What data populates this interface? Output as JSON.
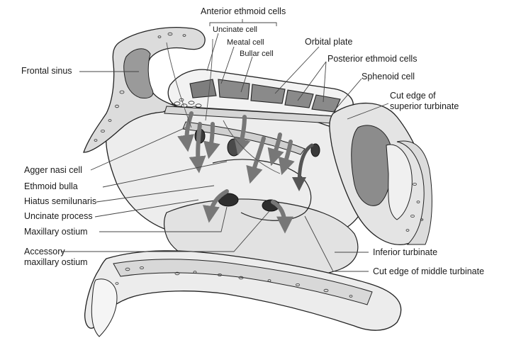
{
  "labels": {
    "anterior_ethmoid_cells": "Anterior ethmoid cells",
    "uncinate_cell": "Uncinate cell",
    "meatal_cell": "Meatal cell",
    "bullar_cell": "Bullar cell",
    "orbital_plate": "Orbital plate",
    "posterior_ethmoid_cells": "Posterior ethmoid cells",
    "sphenoid_cell": "Sphenoid cell",
    "cut_edge_superior_line1": "Cut edge of",
    "cut_edge_superior_line2": "superior turbinate",
    "frontal_sinus": "Frontal sinus",
    "agger_nasi_cell": "Agger nasi cell",
    "ethmoid_bulla": "Ethmoid bulla",
    "hiatus_semilunaris": "Hiatus semilunaris",
    "uncinate_process": "Uncinate process",
    "maxillary_ostium": "Maxillary ostium",
    "accessory_line1": "Accessory",
    "accessory_line2": "maxillary ostium",
    "inferior_turbinate": "Inferior turbinate",
    "cut_edge_middle": "Cut edge of middle turbinate"
  }
}
